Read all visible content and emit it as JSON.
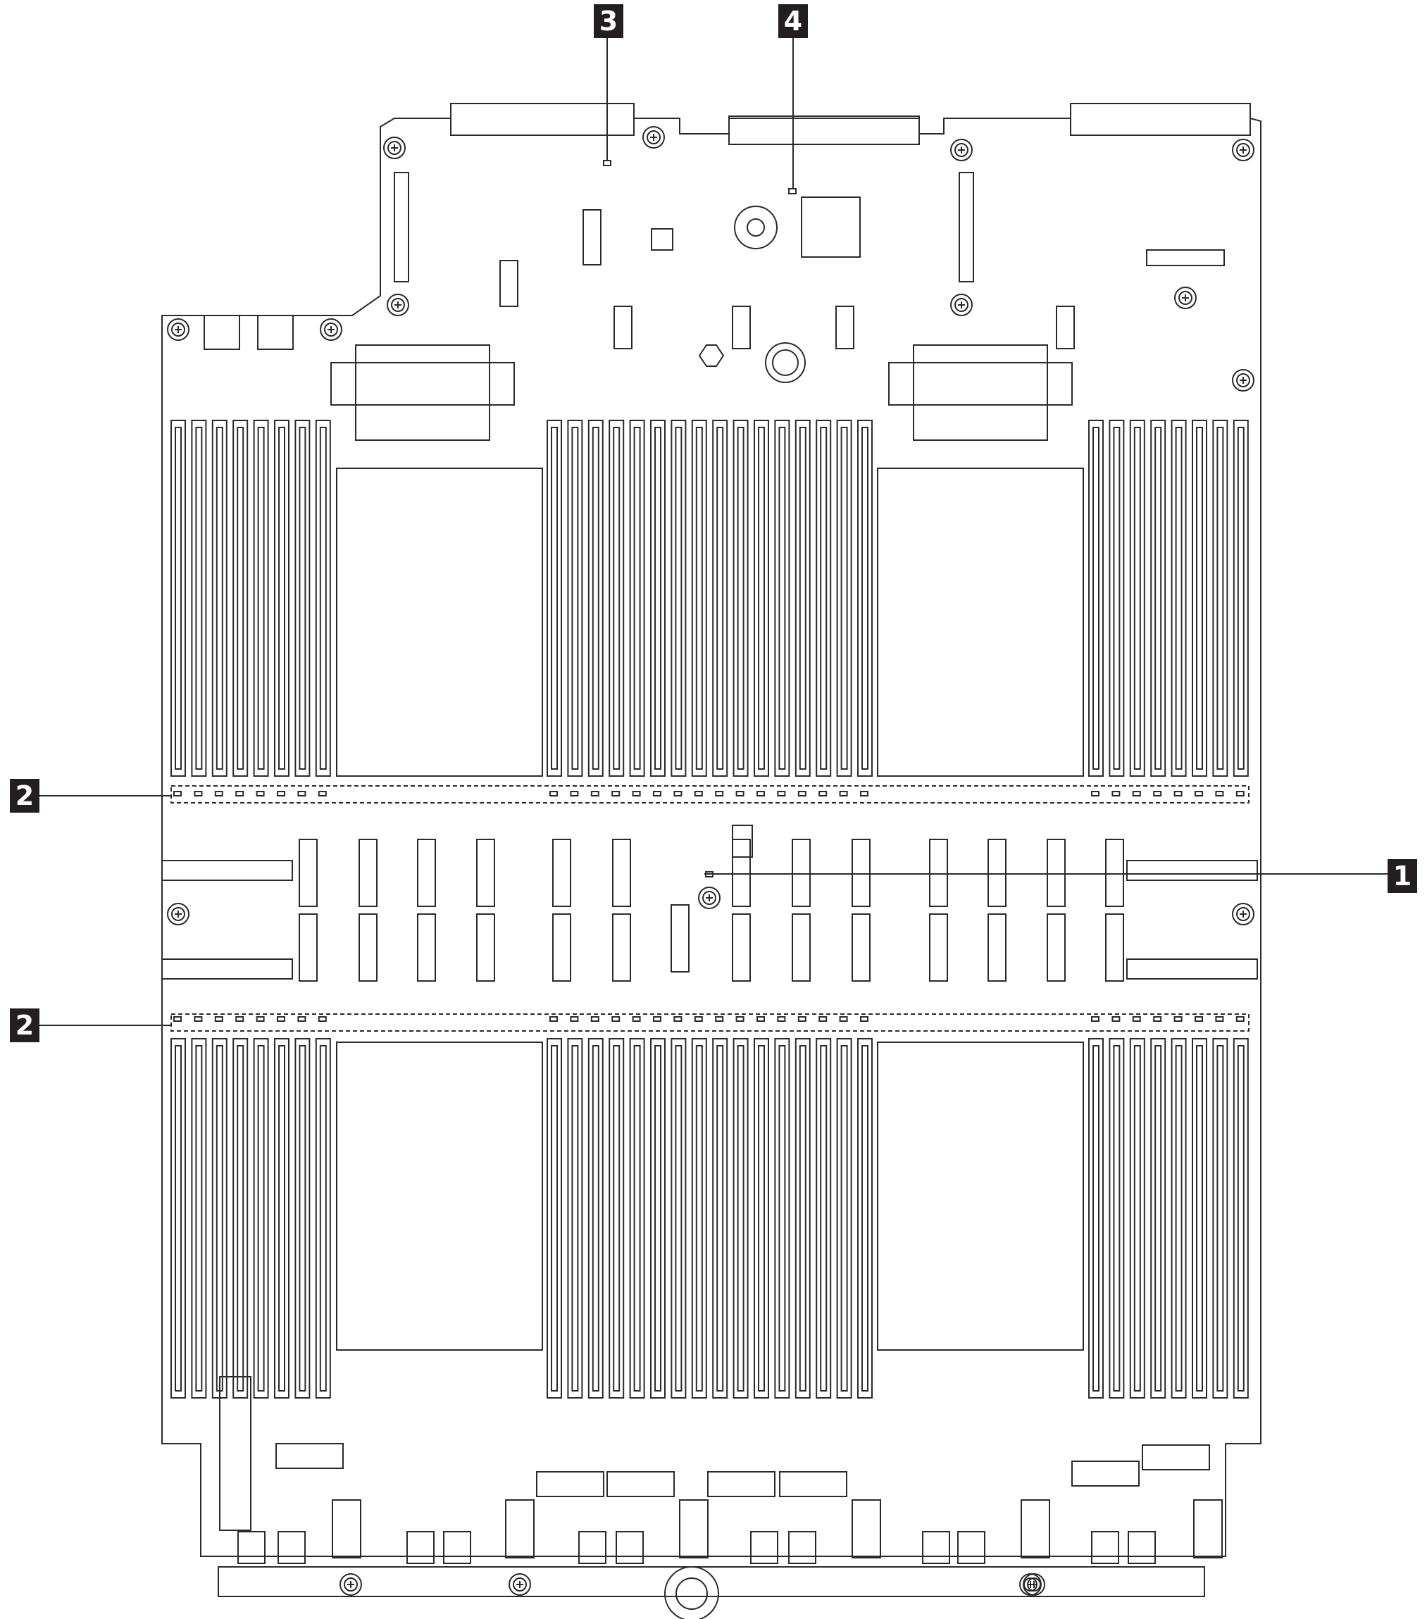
{
  "diagram": {
    "colors": {
      "outline": "#2a2a2a",
      "callout_fill": "#231f20",
      "callout_text": "#ffffff"
    },
    "callouts": [
      {
        "id": "callout-1",
        "label": "1",
        "target": "status-led"
      },
      {
        "id": "callout-2a",
        "label": "2",
        "target": "dimm-leds-upper-row"
      },
      {
        "id": "callout-2b",
        "label": "2",
        "target": "dimm-leds-lower-row"
      },
      {
        "id": "callout-3",
        "label": "3",
        "target": "top-led-left"
      },
      {
        "id": "callout-4",
        "label": "4",
        "target": "top-led-right"
      }
    ]
  }
}
